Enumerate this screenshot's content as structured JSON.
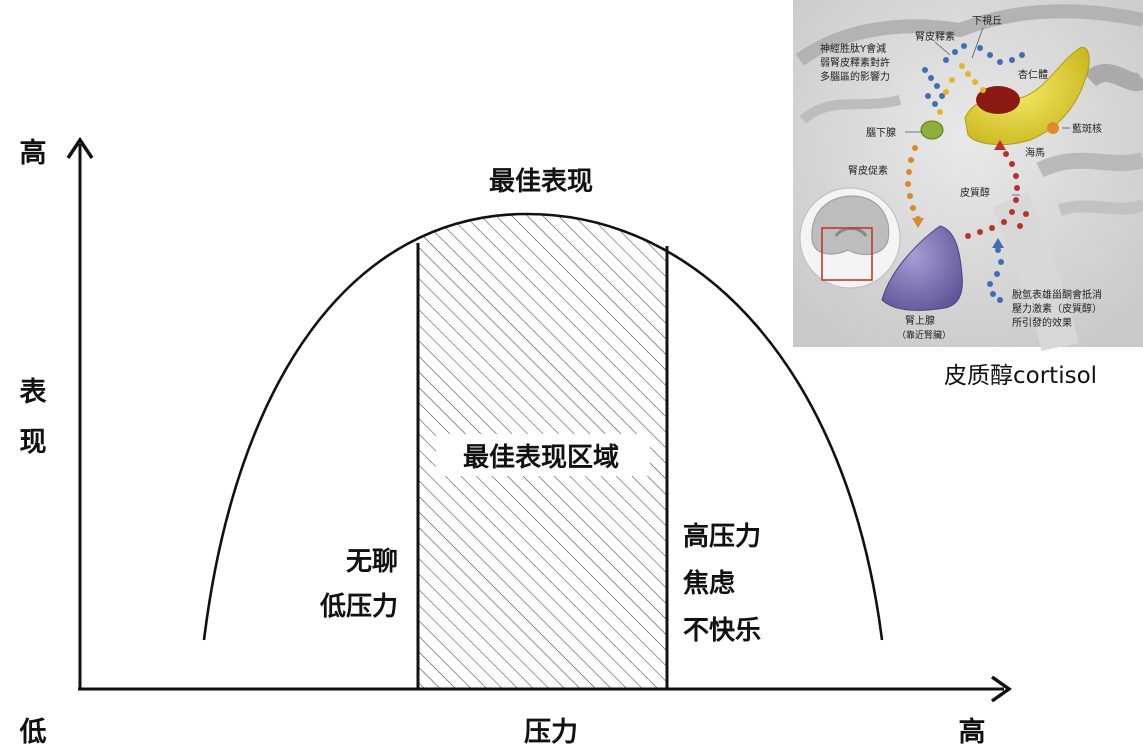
{
  "diagram": {
    "y_axis_top": "高",
    "y_axis_label_1": "表",
    "y_axis_label_2": "现",
    "x_axis_left": "低",
    "x_axis_label": "压力",
    "x_axis_right": "高",
    "peak_label": "最佳表现",
    "zone_label": "最佳表现区域",
    "left_zone": [
      "无聊",
      "低压力"
    ],
    "right_zone": [
      "高压力",
      "焦虑",
      "不快乐"
    ]
  },
  "illustration": {
    "caption": "皮质醇cortisol",
    "labels": {
      "hypothalamus": "下視丘",
      "crh": "腎皮釋素",
      "npy": [
        "神經胜肽Y會減",
        "弱腎皮釋素對許",
        "多腦區的影響力"
      ],
      "amygdala": "杏仁體",
      "pituitary": "腦下腺",
      "locus": "藍斑核",
      "hippocampus": "海馬",
      "acth": "腎皮促素",
      "cortisol": "皮質醇",
      "dhea": [
        "脫氫表雄甾酮會抵消",
        "壓力激素（皮質醇）",
        "所引發的效果"
      ],
      "adrenal": "腎上腺",
      "adrenal_sub": "（靠近腎臟）"
    },
    "colors": {
      "hippocampus": "#e8d832",
      "amygdala": "#8c1a12",
      "pituitary": "#8fae3a",
      "adrenal": "#7f74b0",
      "blue_dots": "#3f6fb0",
      "yellow_dots": "#e2b52a",
      "red_dots": "#b8322a",
      "inset_box": "#c0392b"
    }
  }
}
